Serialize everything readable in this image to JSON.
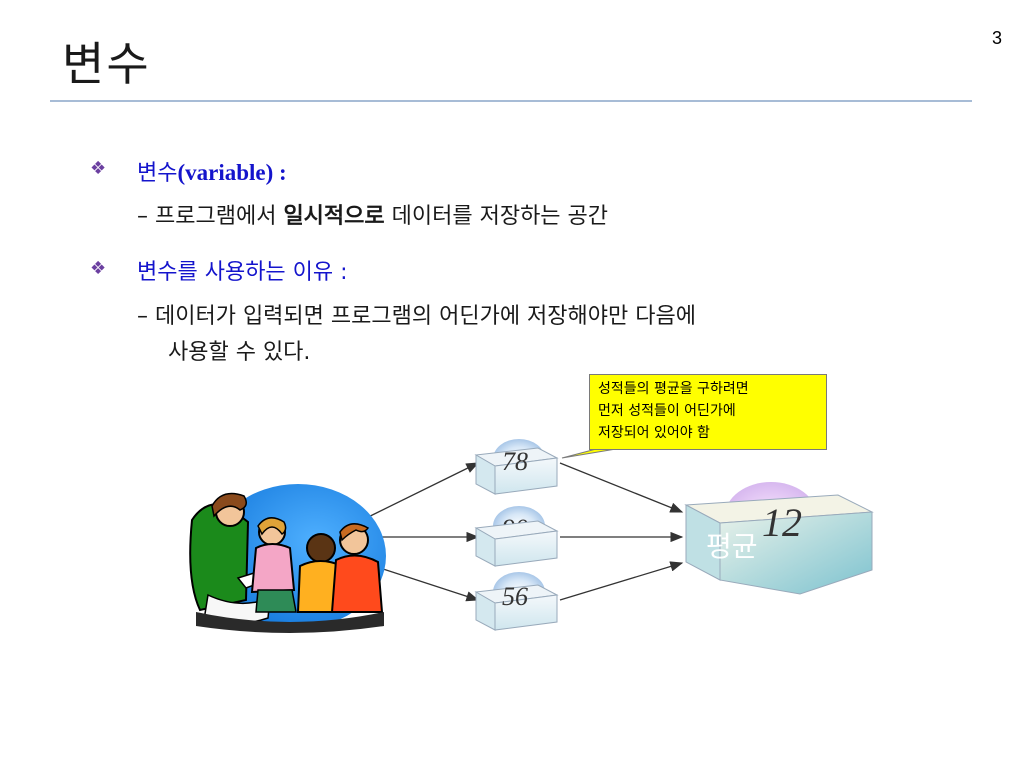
{
  "slide": {
    "title": "변수",
    "page_number": "3"
  },
  "bullets": [
    {
      "marker": "❖",
      "heading_korean": "변수",
      "heading_latin": "(variable) :",
      "sub_prefix": "– 프로그램에서 ",
      "sub_bold": "일시적으로",
      "sub_suffix": " 데이터를 저장하는 공간"
    },
    {
      "marker": "❖",
      "heading": "변수를 사용하는 이유 :",
      "sub_line1": "– 데이터가 입력되면 프로그램의 어딘가에 저장해야만 다음에",
      "sub_line2": "사용할 수 있다."
    }
  ],
  "callout": {
    "lines": [
      "성적들의 평균을 구하려면",
      "먼저 성적들이 어딘가에",
      "저장되어 있어야 함"
    ]
  },
  "diagram": {
    "values": [
      "78",
      "90",
      "56"
    ],
    "result_label": "평균",
    "result_value": "12"
  },
  "colors": {
    "heading_blue": "#1414cc",
    "bullet_purple": "#6b3fa0",
    "callout_yellow": "#ffff00",
    "divider": "#a7bcd6"
  }
}
